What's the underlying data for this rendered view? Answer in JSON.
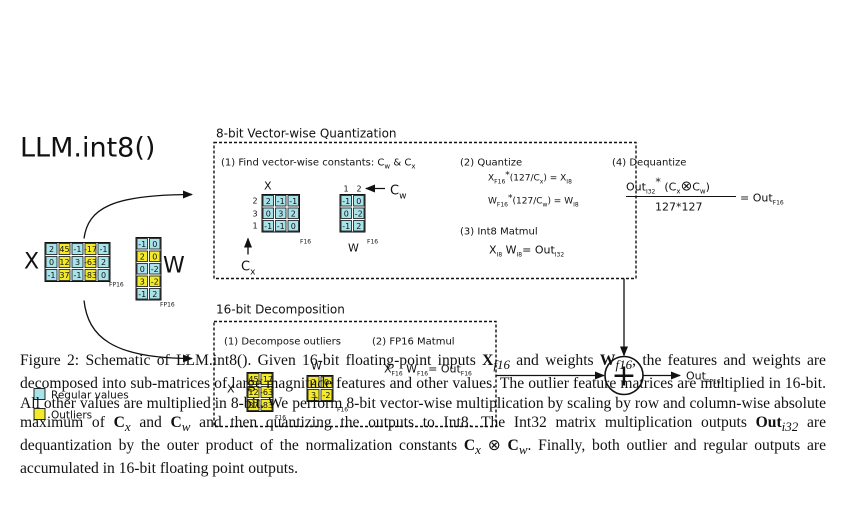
{
  "title": "LLM.int8()",
  "colors": {
    "regular": "#a8e3ea",
    "outlier": "#f2ea2a",
    "line": "#111111"
  },
  "input_x": {
    "label": "X",
    "sub": "FP16",
    "rows": [
      [
        "2",
        "45",
        "-1",
        "-17",
        "-1"
      ],
      [
        "0",
        "12",
        "3",
        "-63",
        "2"
      ],
      [
        "-1",
        "37",
        "-1",
        "-83",
        "0"
      ]
    ],
    "outlier_cols": [
      1,
      3
    ]
  },
  "input_w": {
    "label": "W",
    "sub": "FP16",
    "rows": [
      [
        "-1",
        "0"
      ],
      [
        "2",
        "0"
      ],
      [
        "0",
        "-2"
      ],
      [
        "3",
        "-2"
      ],
      [
        "-1",
        "2"
      ]
    ],
    "outlier_rows": [
      1,
      3
    ]
  },
  "quant": {
    "title": "8-bit Vector-wise Quantization",
    "step1": "(1) Find vector-wise constants: C",
    "step1_w": "w",
    "step1_amp": "& C",
    "step1_x": "x",
    "x_label": "X",
    "x_rows": [
      [
        "2",
        "-1",
        "-1"
      ],
      [
        "0",
        "3",
        "2"
      ],
      [
        "-1",
        "-1",
        "0"
      ]
    ],
    "x_consts": [
      "2",
      "3",
      "1"
    ],
    "x_sub": "F16",
    "cx_label": "C",
    "cx_sub": "x",
    "w_label": "W",
    "w_rows": [
      [
        "-1",
        "0"
      ],
      [
        "0",
        "-2"
      ],
      [
        "-1",
        "2"
      ]
    ],
    "w_consts": [
      "1",
      "2"
    ],
    "w_sub": "F16",
    "cw_label": "C",
    "cw_sub": "w",
    "step2": "(2) Quantize",
    "q1": {
      "a": "X",
      "a_sub": "F16",
      "mul": "*",
      "paren": "(127/C",
      "p_sub": "x",
      "close": ") = X",
      "r_sub": "I8"
    },
    "q2": {
      "a": "W",
      "a_sub": "F16",
      "mul": "*",
      "paren": "(127/C",
      "p_sub": "w",
      "close": ") = W",
      "r_sub": "I8"
    },
    "step3": "(3) Int8 Matmul",
    "mm": {
      "a": "X",
      "a_sub": "I8",
      "b": "W",
      "b_sub": "I8",
      "eq": "= Out",
      "r_sub": "I32"
    },
    "step4": "(4) Dequantize",
    "dq_num": {
      "a": "Out",
      "a_sub": "I32",
      "mul": "*",
      "open": "(C",
      "cx_sub": "x",
      "otimes": "⊗",
      "cw": "C",
      "cw_sub": "w",
      "close": ")"
    },
    "dq_den": "127*127",
    "dq_eq": "= Out",
    "dq_sub": "F16"
  },
  "decomp": {
    "title": "16-bit Decomposition",
    "step1": "(1) Decompose outliers",
    "x_label": "X",
    "x_rows": [
      [
        "45",
        "-17"
      ],
      [
        "12",
        "-63"
      ],
      [
        "37",
        "-83"
      ]
    ],
    "x_sub": "F16",
    "w_label": "W",
    "w_rows": [
      [
        "2",
        "0"
      ],
      [
        "3",
        "-2"
      ]
    ],
    "w_sub": "F16",
    "step2": "(2) FP16 Matmul",
    "mm": {
      "a": "X",
      "a_sub": "F16",
      "b": "W",
      "b_sub": "F16",
      "eq": "= Out",
      "r_sub": "F16"
    }
  },
  "plus": "+",
  "output": {
    "label": "Out",
    "sub": "FP16"
  },
  "legend": [
    {
      "label": "Regular values",
      "kind": "regular"
    },
    {
      "label": "Outliers",
      "kind": "outlier"
    }
  ],
  "caption": "Figure 2: Schematic of LLM.int8(). Given 16-bit floating-point inputs X_{f16} and weights W_{f16}, the features and weights are decomposed into sub-matrices of large magnitude features and other values. The outlier feature matrices are multiplied in 16-bit. All other values are multiplied in 8-bit. We perform 8-bit vector-wise multiplication by scaling by row and column-wise absolute maximum of C_x and C_w and then quantizing the outputs to Int8. The Int32 matrix multiplication outputs Out_{i32} are dequantization by the outer product of the normalization constants C_x ⊗ C_w. Finally, both outlier and regular outputs are accumulated in 16-bit floating point outputs.",
  "caption_parts": {
    "p1": "Figure 2: Schematic of LLM.int8(). Given 16-bit floating-point inputs ",
    "m1": "X",
    "m1s": "f16",
    "p2": " and weights ",
    "m2": "W",
    "m2s": "f16",
    "p3": ", the features and weights are decomposed into sub-matrices of large magnitude features and other values. The outlier feature matrices are multiplied in 16-bit. All other values are multiplied in 8-bit. We perform 8-bit vector-wise multiplication by scaling by row and column-wise absolute maximum of ",
    "m3": "C",
    "m3s": "x",
    "p4": " and ",
    "m4": "C",
    "m4s": "w",
    "p5": " and then quantizing the outputs to Int8. The Int32 matrix multiplication outputs ",
    "m5": "Out",
    "m5s": "i32",
    "p6": " are dequantization by the outer product of the normalization constants ",
    "m6": "C",
    "m6s": "x",
    "m6op": " ⊗ ",
    "m7": "C",
    "m7s": "w",
    "p7": ". Finally, both outlier and regular outputs are accumulated in 16-bit floating point outputs."
  }
}
